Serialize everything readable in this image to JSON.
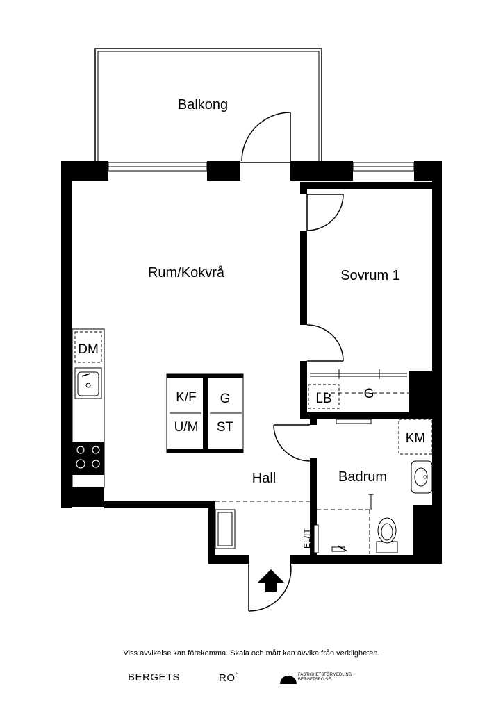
{
  "rooms": {
    "balcony": "Balkong",
    "living": "Rum/Kokvrå",
    "bedroom": "Sovrum 1",
    "hall": "Hall",
    "bathroom": "Badrum"
  },
  "appliances": {
    "dishwasher": "DM",
    "kf": "K/F",
    "g_hall": "G",
    "um": "U/M",
    "st": "ST",
    "lb": "LB",
    "g_wardrobe": "G",
    "km": "KM",
    "elit": "EL/IT"
  },
  "footer": {
    "disclaimer": "Viss avvikelse kan förekomma. Skala och mått kan avvika från verkligheten.",
    "brand_left": "BERGETS",
    "brand_right": "RO",
    "brand_right_sup": "°",
    "logo_line1": "FASTIGHETSFÖRMEDLING",
    "logo_line2": "BERGETSRO.SE"
  }
}
